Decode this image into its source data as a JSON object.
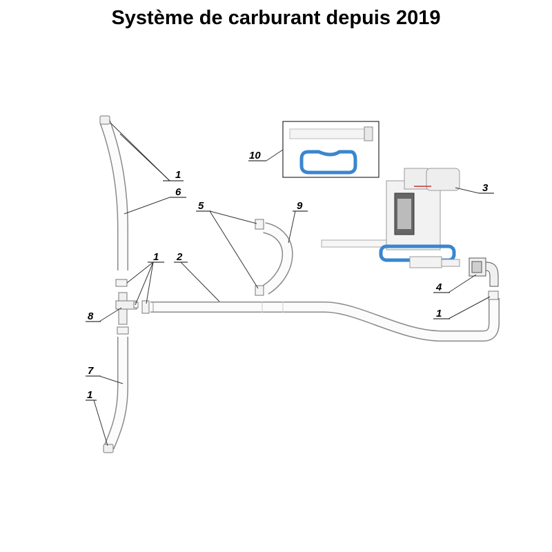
{
  "title": "Système de carburant depuis 2019",
  "callouts": {
    "c1a": "1",
    "c1b": "1",
    "c1c": "1",
    "c1d": "1",
    "c2": "2",
    "c3": "3",
    "c4": "4",
    "c5": "5",
    "c6": "6",
    "c7": "7",
    "c8": "8",
    "c9": "9",
    "c10": "10"
  },
  "colors": {
    "outline": "#8a8a8a",
    "gasket": "#3a86d0",
    "part_fill": "#f2f2f2"
  }
}
